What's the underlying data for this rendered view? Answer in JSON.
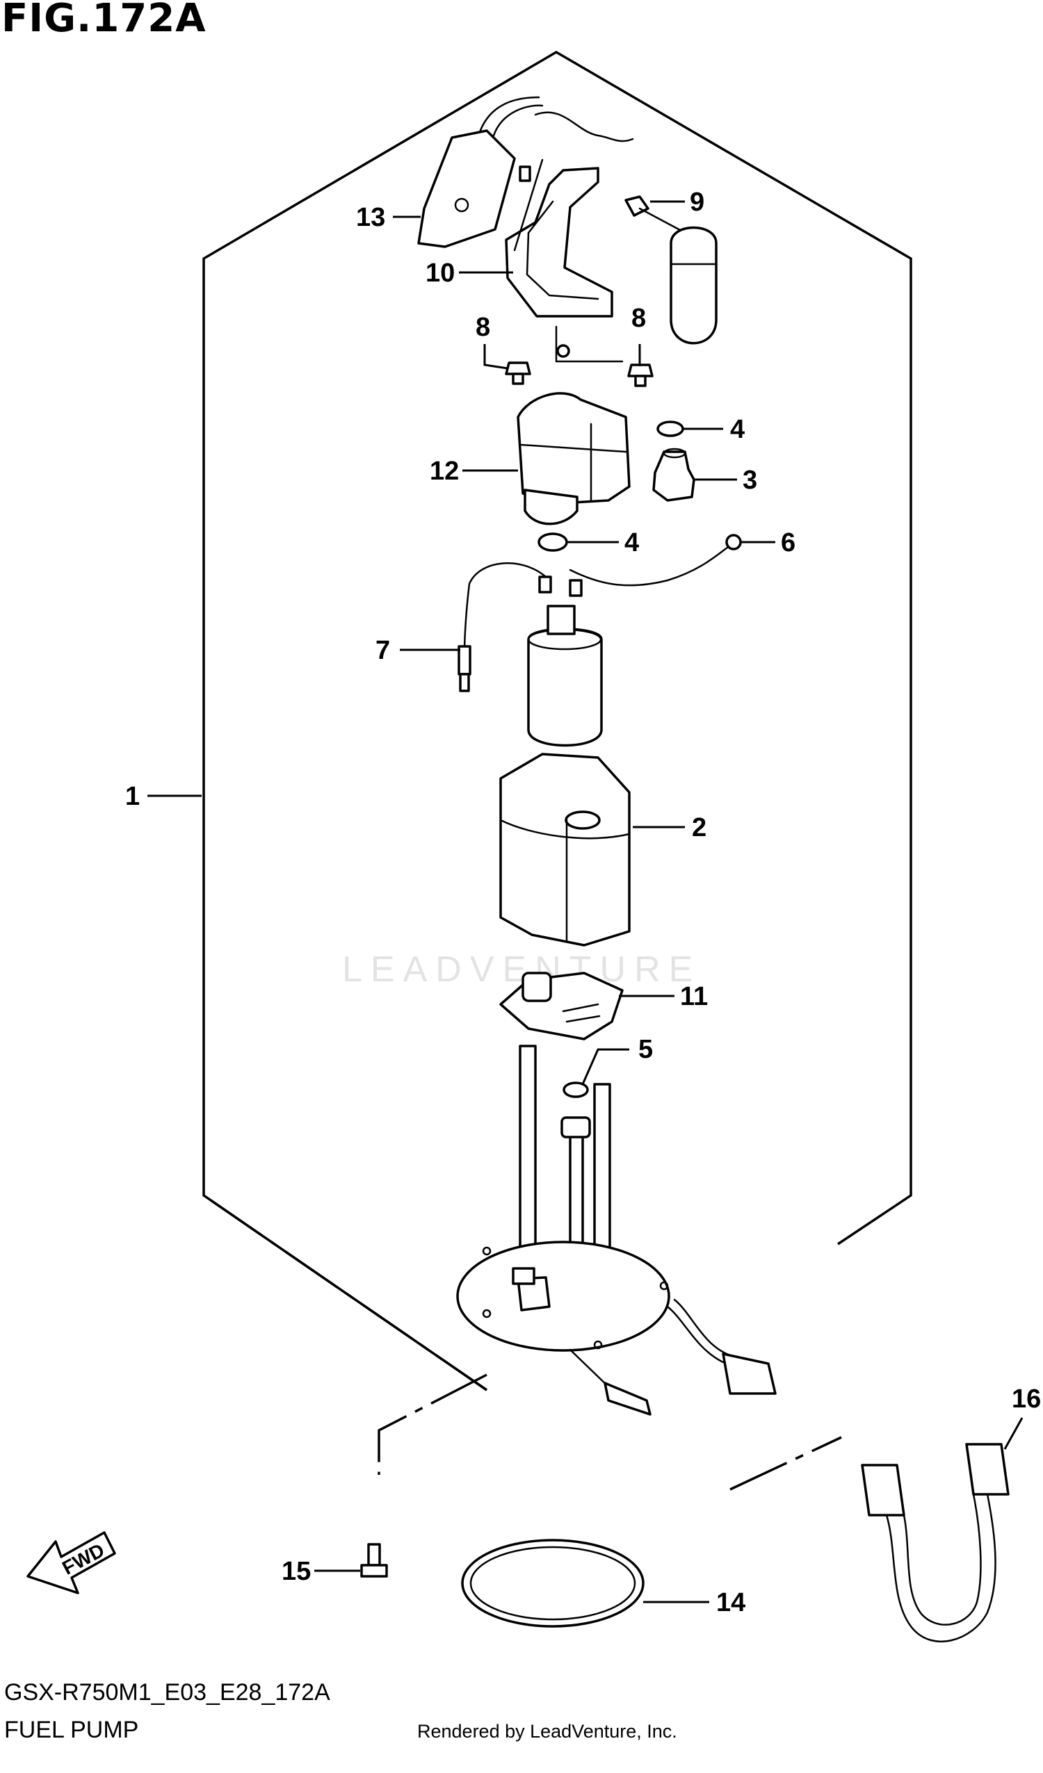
{
  "header": {
    "figure_title": "FIG.172A"
  },
  "footer": {
    "model_code": "GSX-R750M1_E03_E28_172A",
    "section_name": "FUEL PUMP",
    "credit": "Rendered by LeadVenture, Inc."
  },
  "watermark": {
    "text": "LEADVENTURE"
  },
  "fwd_arrow": {
    "label": "FWD"
  },
  "callouts": {
    "c1": "1",
    "c2": "2",
    "c3": "3",
    "c4a": "4",
    "c4b": "4",
    "c5": "5",
    "c6": "6",
    "c7": "7",
    "c8a": "8",
    "c8b": "8",
    "c9": "9",
    "c10": "10",
    "c11": "11",
    "c12": "12",
    "c13": "13",
    "c14": "14",
    "c15": "15",
    "c16": "16"
  }
}
